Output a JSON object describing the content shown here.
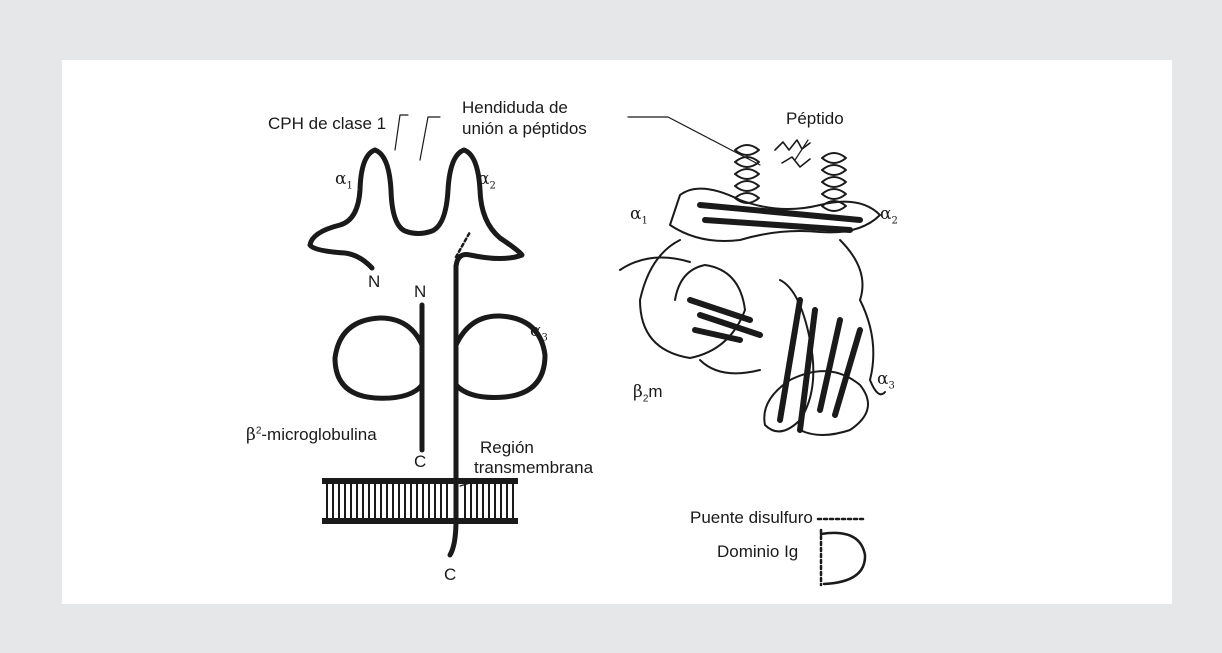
{
  "labels": {
    "mhc_class": "CPH de clase 1",
    "cleft_line1": "Hendiduda de",
    "cleft_line2": "unión a péptidos",
    "peptide": "Péptido",
    "alpha": "α",
    "beta": "β",
    "sub_1": "1",
    "sub_2": "2",
    "sub_3": "3",
    "n_terminus": "N",
    "c_terminus": "C",
    "b2_micro_sup": "2",
    "b2_micro_rest": "-microglobulina",
    "b2m_rest": "m",
    "tm_line1": "Región",
    "tm_line2": "transmembrana",
    "disulfide": "Puente disulfuro",
    "ig_domain": "Dominio Ig"
  },
  "colors": {
    "background": "#e6e7e8",
    "panel": "#ffffff",
    "ink": "#1a1a1a"
  }
}
